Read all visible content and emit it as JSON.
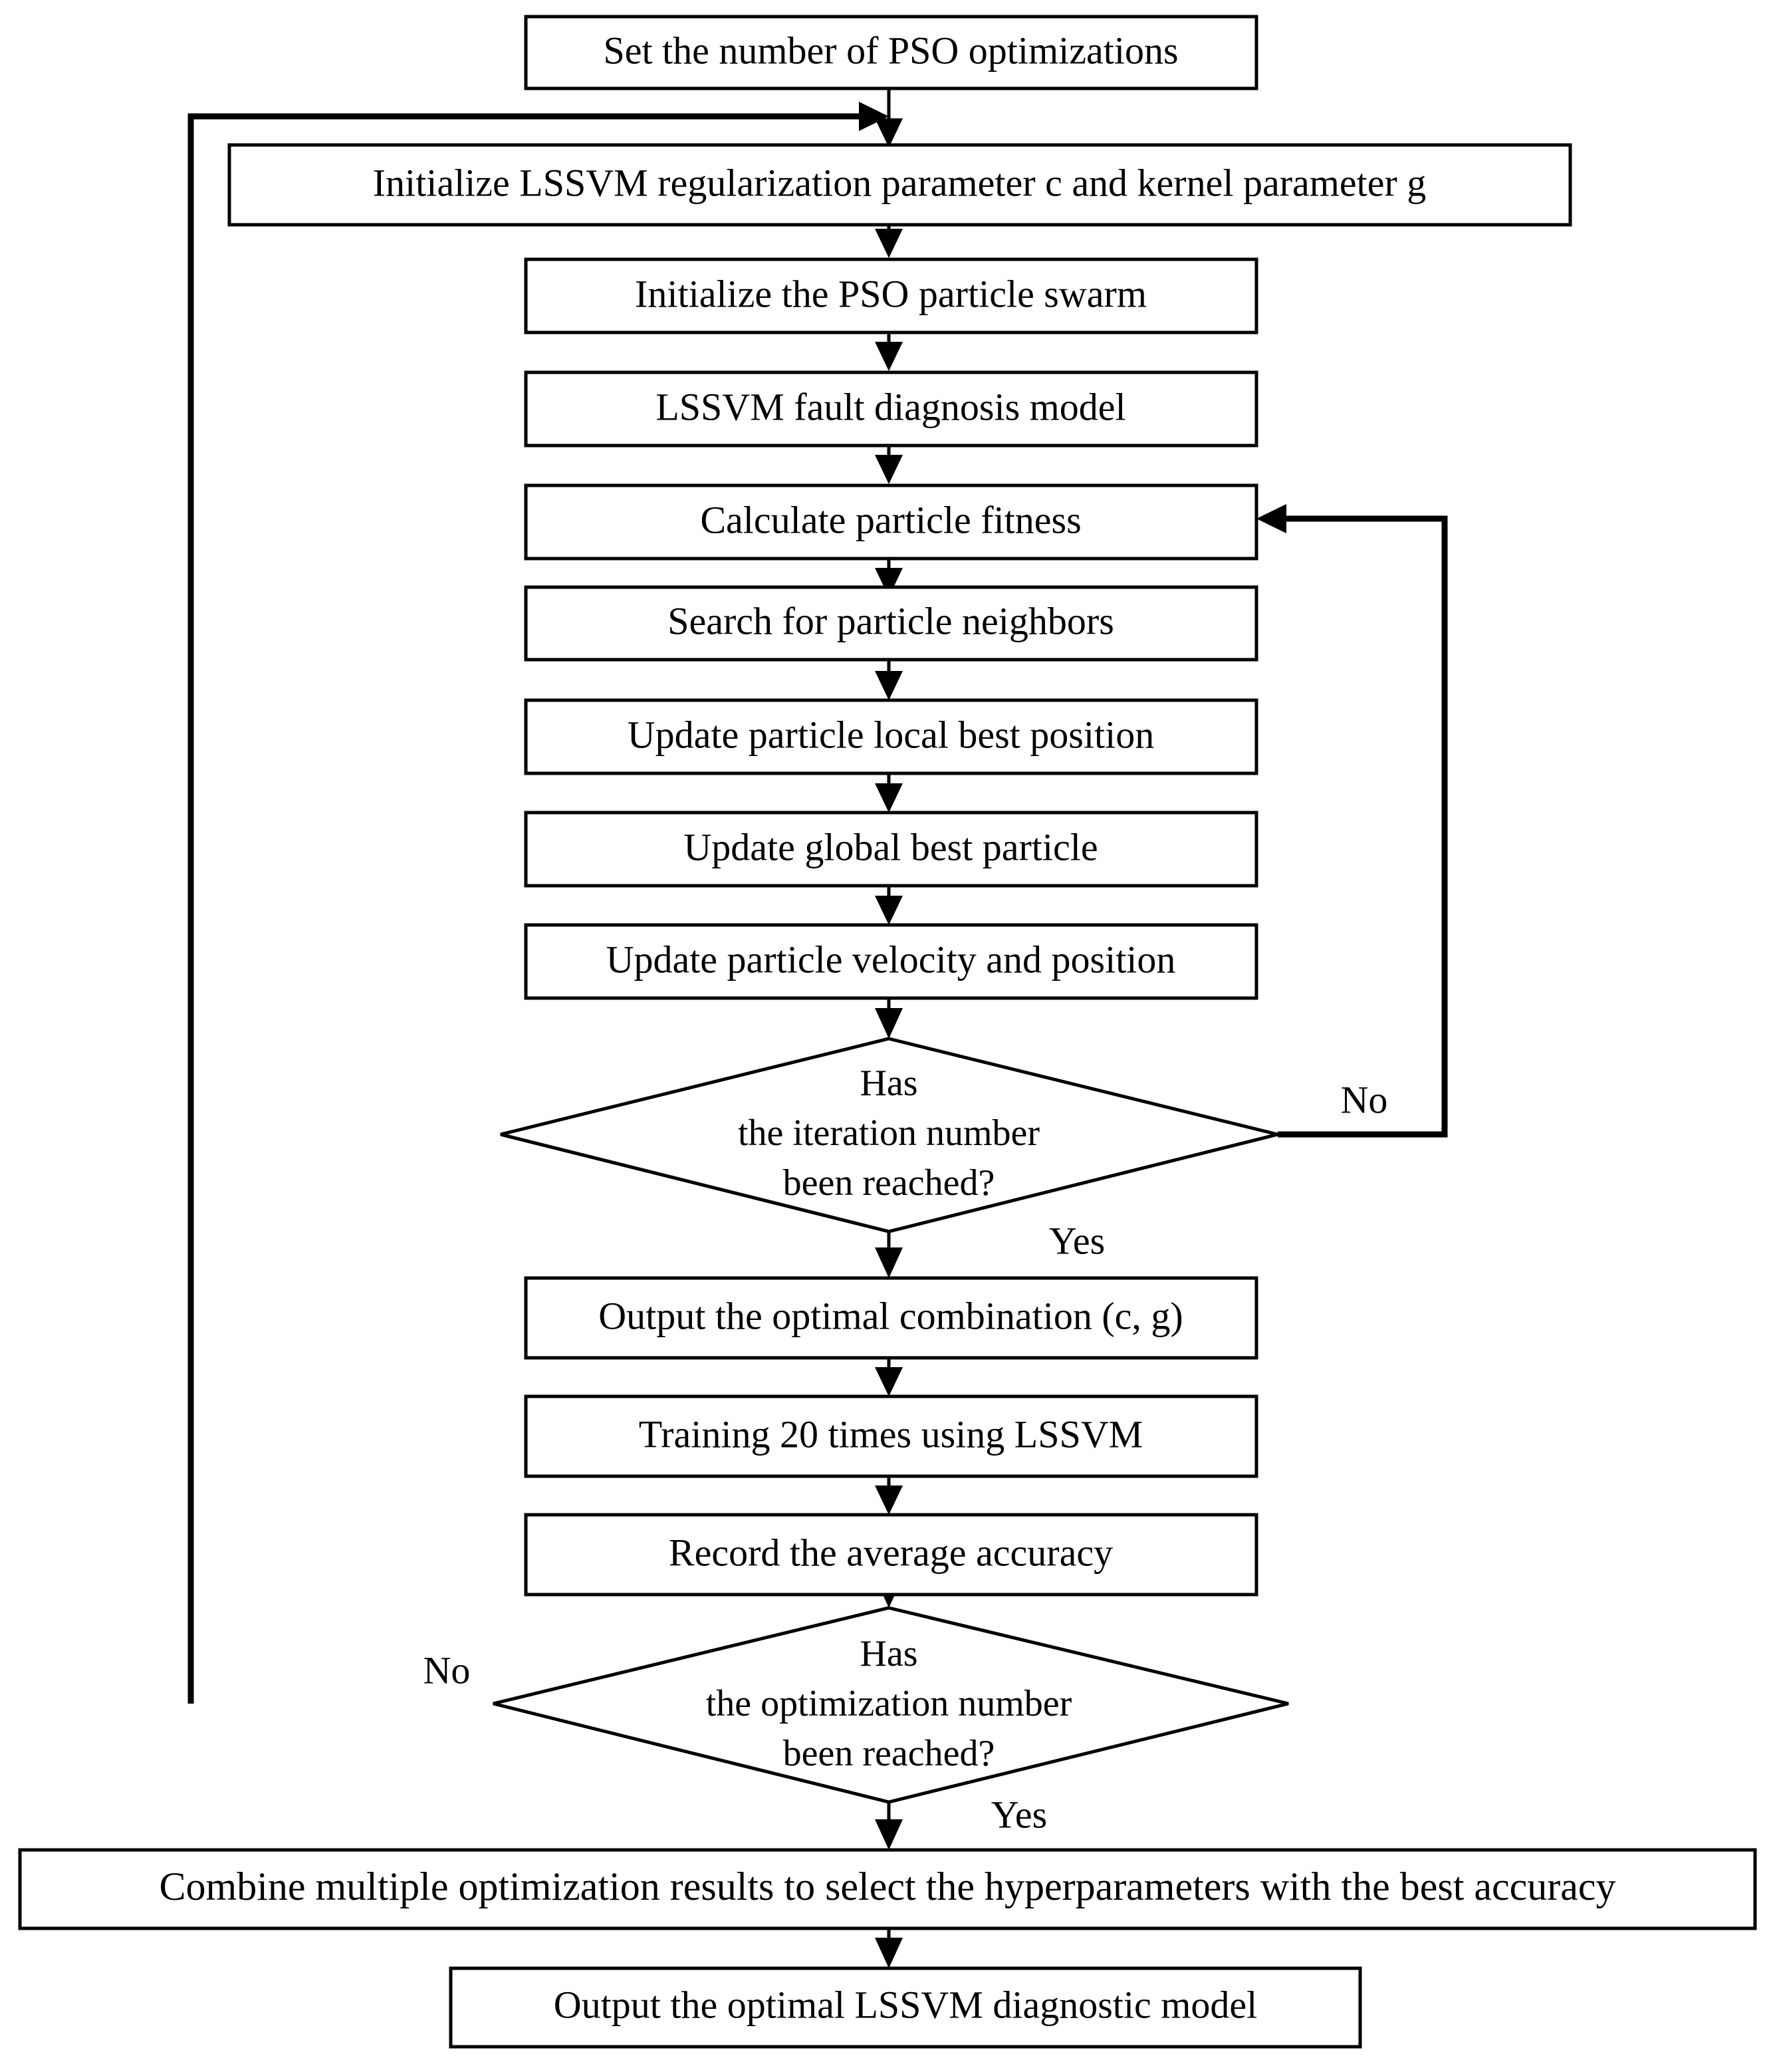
{
  "diagram": {
    "type": "flowchart",
    "title": "PSO-optimized LSSVM fault diagnosis model flowchart",
    "background_color": "#ffffff",
    "line_color": "#000000",
    "text_color": "#000000"
  },
  "nodes": [
    {
      "id": "n1",
      "shape": "process",
      "label": "Set the number of PSO optimizations"
    },
    {
      "id": "n2",
      "shape": "process",
      "label": "Initialize LSSVM regularization parameter c and kernel parameter g"
    },
    {
      "id": "n3",
      "shape": "process",
      "label": "Initialize the PSO particle swarm"
    },
    {
      "id": "n4",
      "shape": "process",
      "label": "LSSVM fault diagnosis model"
    },
    {
      "id": "n5",
      "shape": "process",
      "label": "Calculate particle fitness"
    },
    {
      "id": "n6",
      "shape": "process",
      "label": "Search for particle neighbors"
    },
    {
      "id": "n7",
      "shape": "process",
      "label": "Update particle local best position"
    },
    {
      "id": "n8",
      "shape": "process",
      "label": "Update global best particle"
    },
    {
      "id": "n9",
      "shape": "process",
      "label": "Update particle velocity and position"
    },
    {
      "id": "n10",
      "shape": "decision",
      "label_line1": "Has",
      "label_line2": "the iteration number",
      "label_line3": "been reached?"
    },
    {
      "id": "n11",
      "shape": "process",
      "label": "Output the optimal combination (c, g)"
    },
    {
      "id": "n12",
      "shape": "process",
      "label": "Training 20 times using LSSVM"
    },
    {
      "id": "n13",
      "shape": "process",
      "label": "Record the average accuracy"
    },
    {
      "id": "n14",
      "shape": "decision",
      "label_line1": "Has",
      "label_line2": "the optimization number",
      "label_line3": "been reached?"
    },
    {
      "id": "n15",
      "shape": "process",
      "label": "Combine multiple optimization results to select the hyperparameters with the best accuracy"
    },
    {
      "id": "n16",
      "shape": "process",
      "label": "Output the optimal LSSVM diagnostic model"
    }
  ],
  "edge_labels": {
    "iteration_no": "No",
    "iteration_yes": "Yes",
    "optimization_no": "No",
    "optimization_yes": "Yes"
  },
  "edges": [
    {
      "from": "n1",
      "to": "n2",
      "label": ""
    },
    {
      "from": "n2",
      "to": "n3",
      "label": ""
    },
    {
      "from": "n3",
      "to": "n4",
      "label": ""
    },
    {
      "from": "n4",
      "to": "n5",
      "label": ""
    },
    {
      "from": "n5",
      "to": "n6",
      "label": ""
    },
    {
      "from": "n6",
      "to": "n7",
      "label": ""
    },
    {
      "from": "n7",
      "to": "n8",
      "label": ""
    },
    {
      "from": "n8",
      "to": "n9",
      "label": ""
    },
    {
      "from": "n9",
      "to": "n10",
      "label": ""
    },
    {
      "from": "n10",
      "to": "n5",
      "label": "No"
    },
    {
      "from": "n10",
      "to": "n11",
      "label": "Yes"
    },
    {
      "from": "n11",
      "to": "n12",
      "label": ""
    },
    {
      "from": "n12",
      "to": "n13",
      "label": ""
    },
    {
      "from": "n13",
      "to": "n14",
      "label": ""
    },
    {
      "from": "n14",
      "to": "n2",
      "label": "No"
    },
    {
      "from": "n14",
      "to": "n15",
      "label": "Yes"
    },
    {
      "from": "n15",
      "to": "n16",
      "label": ""
    }
  ]
}
